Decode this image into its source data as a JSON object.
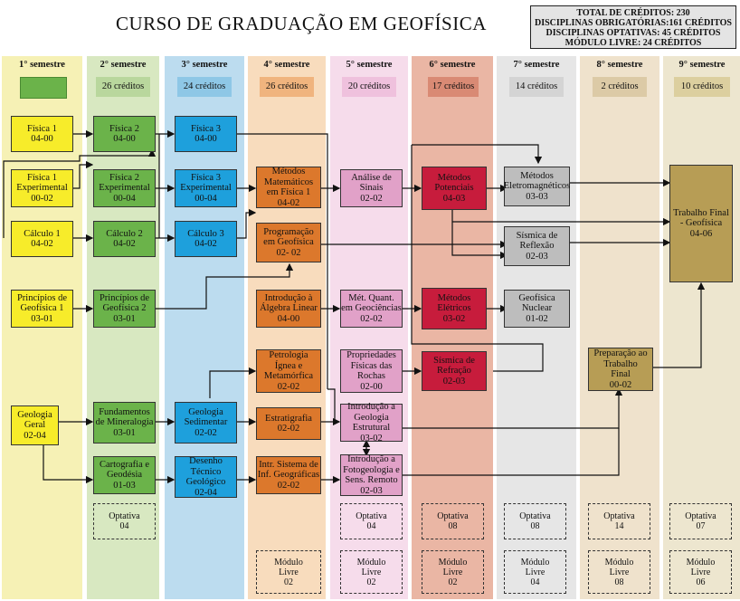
{
  "title": "CURSO DE GRADUAÇÃO EM GEOFÍSICA",
  "totals": [
    "TOTAL DE CRÉDITOS: 230",
    "DISCIPLINAS OBRIGATÓRIAS:161 CRÉDITOS",
    "DISCIPLINAS OPTATIVAS: 45 CRÉDITOS",
    "MÓDULO LIVRE: 24 CRÉDITOS"
  ],
  "semesters": [
    {
      "label": "1° semestre",
      "credits": ""
    },
    {
      "label": "2° semestre",
      "credits": "26 créditos"
    },
    {
      "label": "3° semestre",
      "credits": "24 créditos"
    },
    {
      "label": "4° semestre",
      "credits": "26 créditos"
    },
    {
      "label": "5° semestre",
      "credits": "20 créditos"
    },
    {
      "label": "6° semestre",
      "credits": "17 créditos"
    },
    {
      "label": "7° semestre",
      "credits": "14 créditos"
    },
    {
      "label": "8° semestre",
      "credits": "2 créditos"
    },
    {
      "label": "9° semestre",
      "credits": "10 créditos"
    }
  ],
  "courses": {
    "fisica1": [
      "Física 1",
      "04-00"
    ],
    "fisica1exp": [
      "Física 1",
      "Experimental",
      "00-02"
    ],
    "calculo1": [
      "Cálculo 1",
      "04-02"
    ],
    "principios1": [
      "Princípios de",
      "Geofísica 1",
      "03-01"
    ],
    "geologia_geral": [
      "Geologia",
      "Geral",
      "02-04"
    ],
    "fisica2": [
      "Física 2",
      "04-00"
    ],
    "fisica2exp": [
      "Física 2",
      "Experimental",
      "00-04"
    ],
    "calculo2": [
      "Cálculo 2",
      "04-02"
    ],
    "principios2": [
      "Princípios de",
      "Geofísica 2",
      "03-01"
    ],
    "fund_mineralogia": [
      "Fundamentos",
      "de Mineralogia",
      "03-01"
    ],
    "cartografia": [
      "Cartografia e",
      "Geodésia",
      "01-03"
    ],
    "fisica3": [
      "Física 3",
      "04-00"
    ],
    "fisica3exp": [
      "Física 3",
      "Experimental",
      "00-04"
    ],
    "calculo3": [
      "Cálculo 3",
      "04-02"
    ],
    "geol_sedimentar": [
      "Geologia",
      "Sedimentar",
      "02-02"
    ],
    "desenho": [
      "Desenho",
      "Técnico",
      "Geológico",
      "02-04"
    ],
    "metodos_mat": [
      "Métodos",
      "Matemáticos",
      "em Física 1",
      "04-02"
    ],
    "programacao": [
      "Programação",
      "em Geofísica",
      "02- 02"
    ],
    "algebra": [
      "Introdução à",
      "Álgebra Linear",
      "04-00"
    ],
    "petrologia": [
      "Petrologia",
      "Ígnea e",
      "Metamórfica",
      "02-02"
    ],
    "estratigrafia": [
      "Estratigrafia",
      "02-02"
    ],
    "sig": [
      "Intr. Sistema de",
      "Inf. Geográficas",
      "02-02"
    ],
    "analise_sinais": [
      "Análise de",
      "Sinais",
      "02-02"
    ],
    "met_quant": [
      "Mét. Quant.",
      "em Geociências",
      "02-02"
    ],
    "propriedades": [
      "Propriedades",
      "Físicas das",
      "Rochas",
      "02-00"
    ],
    "geol_estrutural": [
      "Introdução a",
      "Geologia",
      "Estrutural",
      "03-02"
    ],
    "fotogeologia": [
      "Introdução a",
      "Fotogeologia e",
      "Sens. Remoto",
      "02-03"
    ],
    "met_potenciais": [
      "Métodos",
      "Potenciais",
      "04-03"
    ],
    "met_eletricos": [
      "Métodos",
      "Elétricos",
      "03-02"
    ],
    "sismica_refracao": [
      "Sísmica de",
      "Refração",
      "02-03"
    ],
    "met_eletromag": [
      "Métodos",
      "Eletromagnéticos",
      "03-03"
    ],
    "sismica_reflexao": [
      "Sísmica de",
      "Reflexão",
      "02-03"
    ],
    "geof_nuclear": [
      "Geofísica",
      "Nuclear",
      "01-02"
    ],
    "prep_tf": [
      "Preparação ao",
      "Trabalho",
      "Final",
      "00-02"
    ],
    "trabalho_final": [
      "Trabalho Final",
      "- Geofísica",
      "04-06"
    ]
  },
  "optativas": [
    [
      "Optativa",
      "04"
    ],
    [
      "Optativa",
      "04"
    ],
    [
      "Optativa",
      "08"
    ],
    [
      "Optativa",
      "08"
    ],
    [
      "Optativa",
      "14"
    ],
    [
      "Optativa",
      "07"
    ]
  ],
  "modulos": [
    [
      "Módulo",
      "Livre",
      "02"
    ],
    [
      "Módulo",
      "Livre",
      "02"
    ],
    [
      "Módulo",
      "Livre",
      "02"
    ],
    [
      "Módulo",
      "Livre",
      "04"
    ],
    [
      "Módulo",
      "Livre",
      "08"
    ],
    [
      "Módulo",
      "Livre",
      "06"
    ]
  ],
  "colors": {
    "yellow": "#f7ec2a",
    "green": "#6bb34a",
    "blue": "#1ea0dc",
    "orange": "#dc782c",
    "pink": "#e1a1c8",
    "red": "#c71c3c",
    "gray": "#bdbdbd",
    "tan": "#b79d55"
  }
}
